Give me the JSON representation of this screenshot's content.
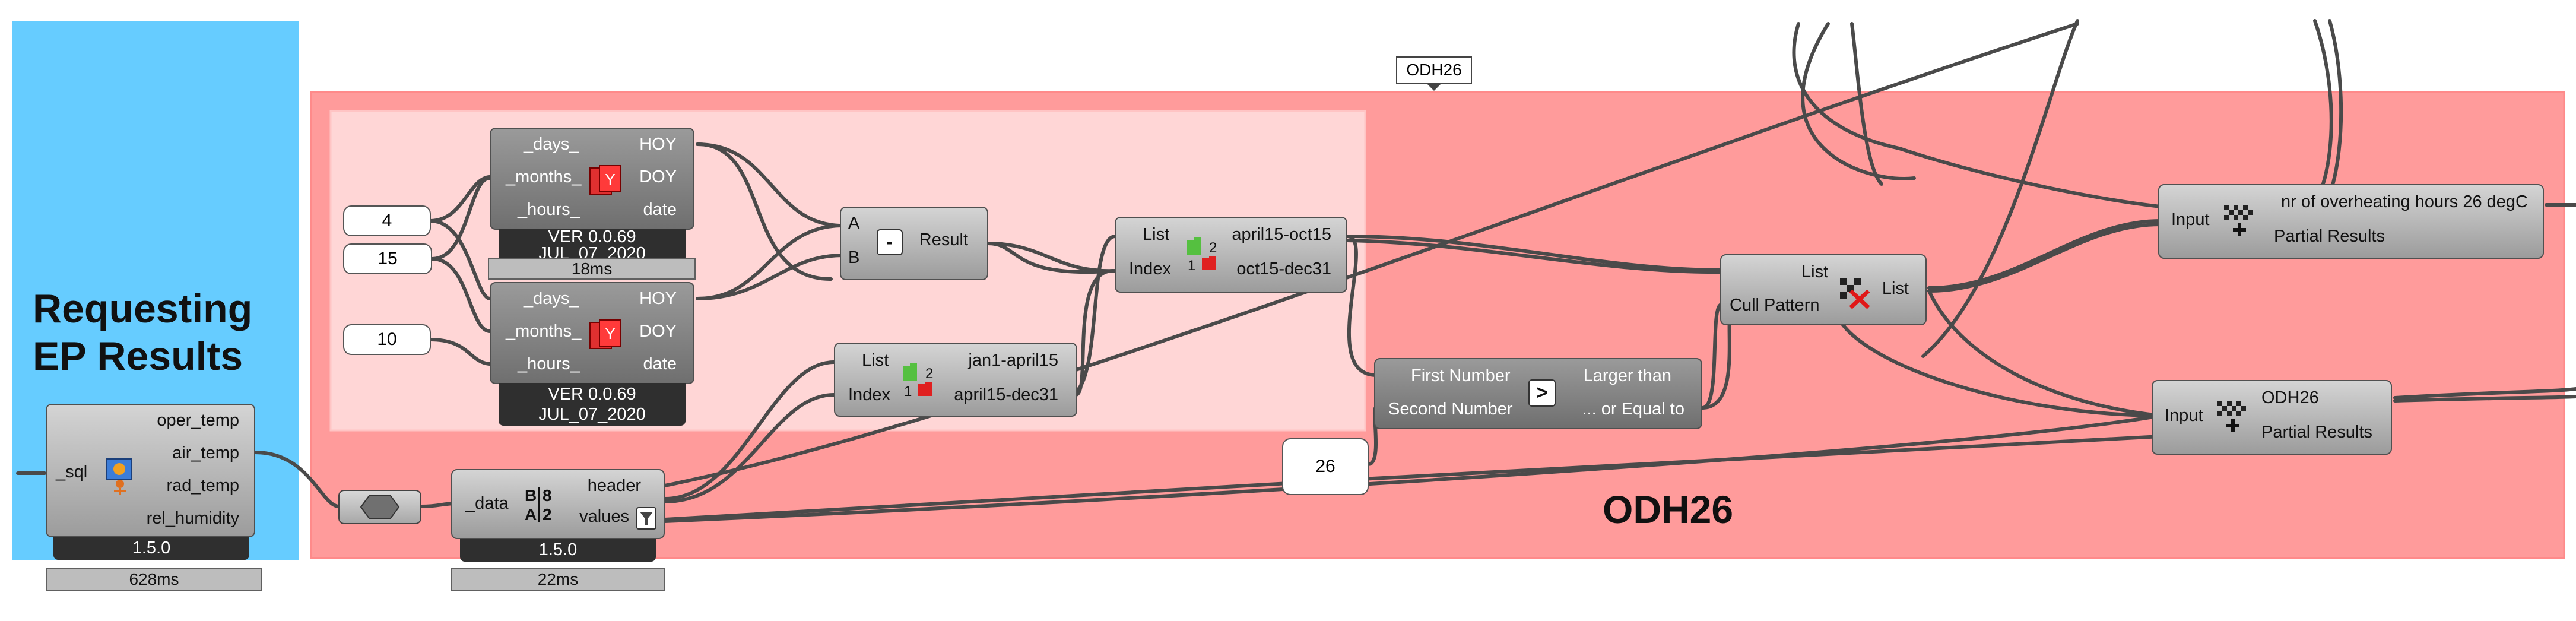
{
  "groups": {
    "request_title_line1": "Requesting",
    "request_title_line2": "EP Results",
    "odh_title": "ODH26",
    "odh_tag": "ODH26"
  },
  "date_nodes": [
    {
      "inputs": [
        "_days_",
        "_months_",
        "_hours_"
      ],
      "outputs": [
        "HOY",
        "DOY",
        "date"
      ],
      "version_line1": "VER 0.0.69",
      "version_line2": "JUL_07_2020",
      "timer": "18ms"
    },
    {
      "inputs": [
        "_days_",
        "_months_",
        "_hours_"
      ],
      "outputs": [
        "HOY",
        "DOY",
        "date"
      ],
      "version_line1": "VER 0.0.69",
      "version_line2": "JUL_07_2020"
    }
  ],
  "panels": {
    "four": "4",
    "fifteen": "15",
    "ten": "10",
    "twentysix": "26"
  },
  "subtraction": {
    "inputs": [
      "A",
      "B"
    ],
    "icon": "-",
    "output": "Result"
  },
  "split_list_top": {
    "inputs": [
      "List",
      "Index"
    ],
    "outputs": [
      "april15-oct15",
      "oct15-dec31"
    ]
  },
  "split_list_bottom": {
    "inputs": [
      "List",
      "Index"
    ],
    "outputs": [
      "jan1-april15",
      "april15-dec31"
    ]
  },
  "sql_node": {
    "input": "_sql",
    "outputs": [
      "oper_temp",
      "air_temp",
      "rad_temp",
      "rel_humidity"
    ],
    "version": "1.5.0",
    "timer": "628ms"
  },
  "data_node": {
    "input": "_data",
    "outputs": [
      "header",
      "values"
    ],
    "version": "1.5.0",
    "timer": "22ms"
  },
  "compare": {
    "inputs": [
      "First Number",
      "Second Number"
    ],
    "icon": ">",
    "outputs": [
      "Larger than",
      "... or Equal to"
    ]
  },
  "cull": {
    "inputs": [
      "List",
      "Cull Pattern"
    ],
    "output": "List"
  },
  "mass_top": {
    "input": "Input",
    "outputs": [
      "nr of overheating hours 26 degC",
      "Partial Results"
    ]
  },
  "mass_bottom": {
    "input": "Input",
    "outputs": [
      "ODH26",
      "Partial Results"
    ]
  },
  "colors": {
    "request_group": "#66ccff",
    "odh_group": "#ff9b9b",
    "inner_group": "#ffd6d6",
    "wire": "#4a4a4a"
  }
}
